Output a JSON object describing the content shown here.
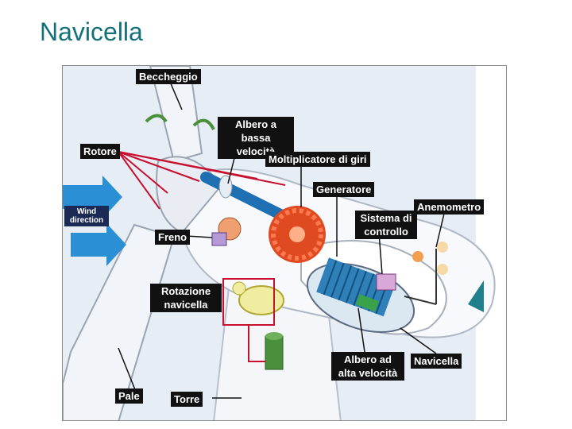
{
  "title": "Navicella",
  "wind_label": "Wind direction",
  "labels": {
    "beccheggio": "Beccheggio",
    "albero_bassa": "Albero a bassa velocità",
    "moltiplicatore": "Moltiplicatore di giri",
    "rotore": "Rotore",
    "generatore": "Generatore",
    "anemometro": "Anemometro",
    "sistema_controllo": "Sistema di controllo",
    "freno": "Freno",
    "rotazione_navicella": "Rotazione navicella",
    "albero_alta": "Albero ad alta velocità",
    "navicella": "Navicella",
    "pale": "Pale",
    "torre": "Torre"
  },
  "colors": {
    "title": "#14707a",
    "leader_red": "#c8102e",
    "label_bg": "#111111",
    "gear_red": "#e04a20",
    "generator_blue": "#2f7fb8",
    "shaft_blue": "#1f6fb3",
    "wind_arrow": "#2b8fd6"
  }
}
